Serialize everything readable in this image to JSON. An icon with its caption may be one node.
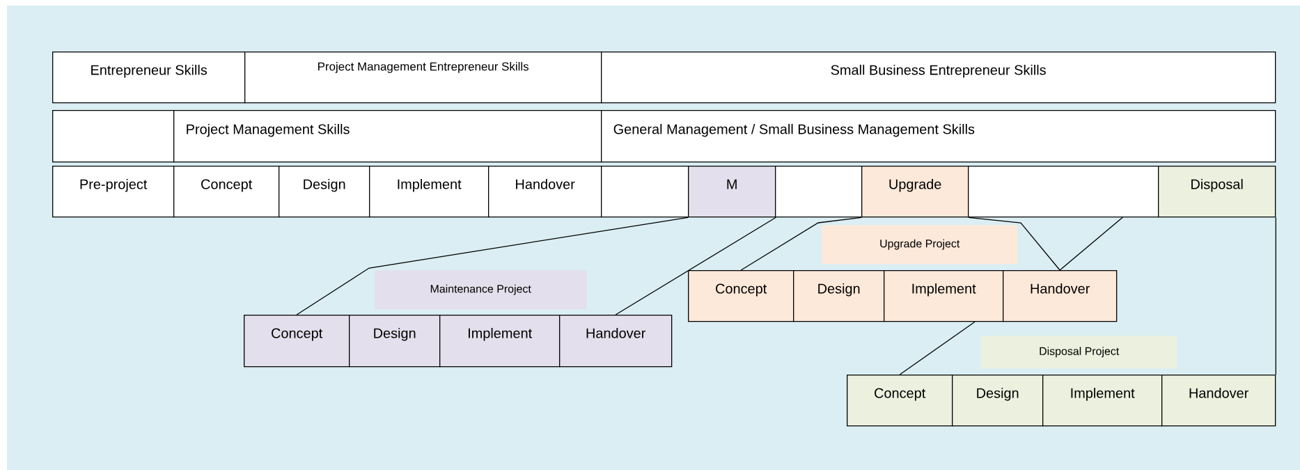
{
  "diagram": {
    "nodes": [
      {
        "text": [
          "Entrepreneur Skills"
        ]
      },
      {
        "text": [
          "Project Management Entrepreneur Skills"
        ]
      },
      {
        "text": [
          "Small Business Entrepreneur Skills"
        ]
      },
      {
        "text": [],
        "shape": "box"
      },
      {
        "text": [
          "Project Management Skills"
        ]
      },
      {
        "text": [
          "General Management / Small Business Management Skills"
        ]
      },
      {
        "text": [
          "Pre-project"
        ]
      },
      {
        "text": [
          "Concept"
        ]
      },
      {
        "text": [
          "Design"
        ]
      },
      {
        "text": [
          "Implement"
        ]
      },
      {
        "text": [
          "Handover"
        ]
      },
      {
        "text": [],
        "shape": "box"
      },
      {
        "text": [
          "M"
        ]
      },
      {
        "text": [],
        "shape": "box"
      },
      {
        "text": [
          "Upgrade"
        ]
      },
      {
        "text": [],
        "shape": "box"
      },
      {
        "text": [
          "Disposal"
        ]
      },
      {
        "text": [
          "Upgrade Project"
        ]
      },
      {
        "text": [
          "Concept"
        ]
      },
      {
        "text": [
          "Design"
        ]
      },
      {
        "text": [
          "Implement"
        ]
      },
      {
        "text": [
          "Handover"
        ]
      },
      {
        "text": [
          "Maintenance Project"
        ]
      },
      {
        "text": [
          "Concept"
        ]
      },
      {
        "text": [
          "Design"
        ]
      },
      {
        "text": [
          "Implement"
        ]
      },
      {
        "text": [
          "Handover"
        ]
      },
      {
        "text": [
          "Disposal Project"
        ]
      },
      {
        "text": [
          "Concept"
        ]
      },
      {
        "text": [
          "Design"
        ]
      },
      {
        "text": [
          "Implement"
        ]
      },
      {
        "text": [
          "Handover"
        ]
      }
    ],
    "edges": [
      {
        "from": 12,
        "to": 23,
        "arrow": "none"
      },
      {
        "from": 12,
        "to": 26,
        "arrow": "none"
      },
      {
        "from": 14,
        "to": 18,
        "arrow": "none"
      },
      {
        "from": 14,
        "to": 21,
        "arrow": "none"
      },
      {
        "from": 15,
        "to": 21,
        "arrow": "none"
      },
      {
        "from": 20,
        "to": 28,
        "arrow": "none"
      },
      {
        "from": 16,
        "to": 31,
        "arrow": "none"
      }
    ]
  }
}
